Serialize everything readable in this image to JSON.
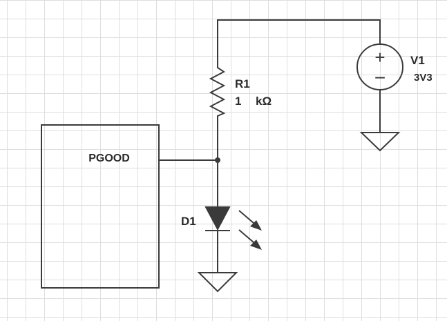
{
  "block": {
    "label": "PGOOD"
  },
  "resistor": {
    "ref": "R1",
    "value": "1",
    "unit": "kΩ"
  },
  "source": {
    "ref": "V1",
    "value": "3V3",
    "plus": "+",
    "minus": "−"
  },
  "led": {
    "ref": "D1"
  },
  "colors": {
    "stroke": "#3a3a3a",
    "grid": "#dedede",
    "diode_fill": "#3a3a3a"
  }
}
